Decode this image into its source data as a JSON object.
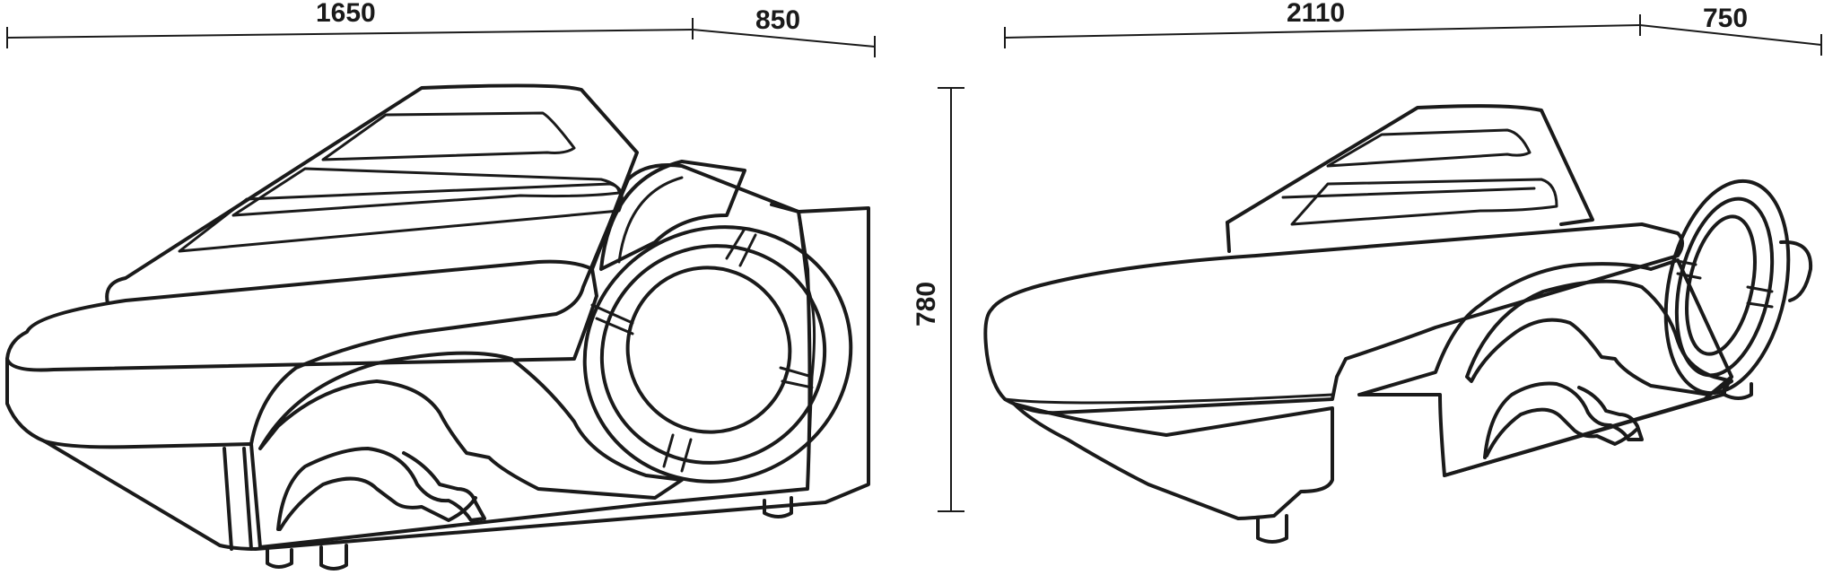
{
  "dimensions": {
    "left_length": "1650",
    "left_depth": "850",
    "height": "780",
    "right_length": "2110",
    "right_depth": "750"
  },
  "colors": {
    "ink": "#1a1a1a",
    "background": "#ffffff"
  }
}
